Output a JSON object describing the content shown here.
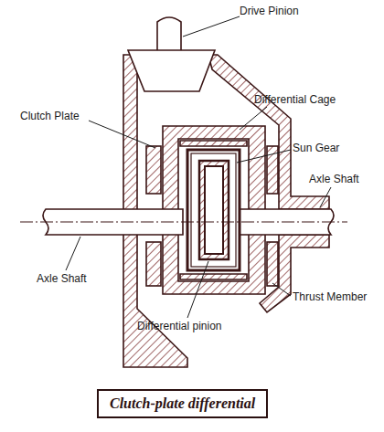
{
  "diagram": {
    "caption": "Clutch-plate differential",
    "labels": [
      "Drive Pinion",
      "Clutch Plate",
      "Differential Cage",
      "Sun Gear",
      "Axle Shaft",
      "Axle Shaft",
      "Thrust Member",
      "Differential pinion"
    ]
  }
}
